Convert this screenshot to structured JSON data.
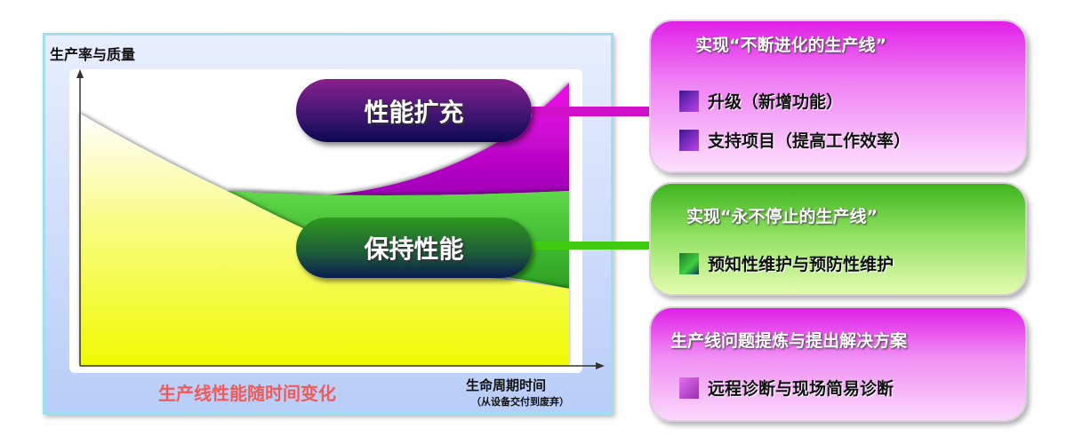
{
  "chart": {
    "y_axis_label": "生产率与质量",
    "x_axis_label": "生命周期时间",
    "x_axis_sublabel": "（从设备交付到废弃）",
    "caption": "生产线性能随时间变化",
    "pill_expand": "性能扩充",
    "pill_maintain": "保持性能",
    "colors": {
      "baseline": "#f2f800",
      "expand": "#d010d8",
      "maintain": "#50d040"
    }
  },
  "boxes": [
    {
      "title": "实现“不断进化的生产线”",
      "items": [
        "升级（新增功能）",
        "支持项目（提高工作效率）"
      ]
    },
    {
      "title": "实现“永不停止的生产线”",
      "items": [
        "预知性维护与预防性维护"
      ]
    },
    {
      "title": "生产线问题提炼与提出解决方案",
      "items": [
        "远程诊断与现场简易诊断"
      ]
    }
  ]
}
